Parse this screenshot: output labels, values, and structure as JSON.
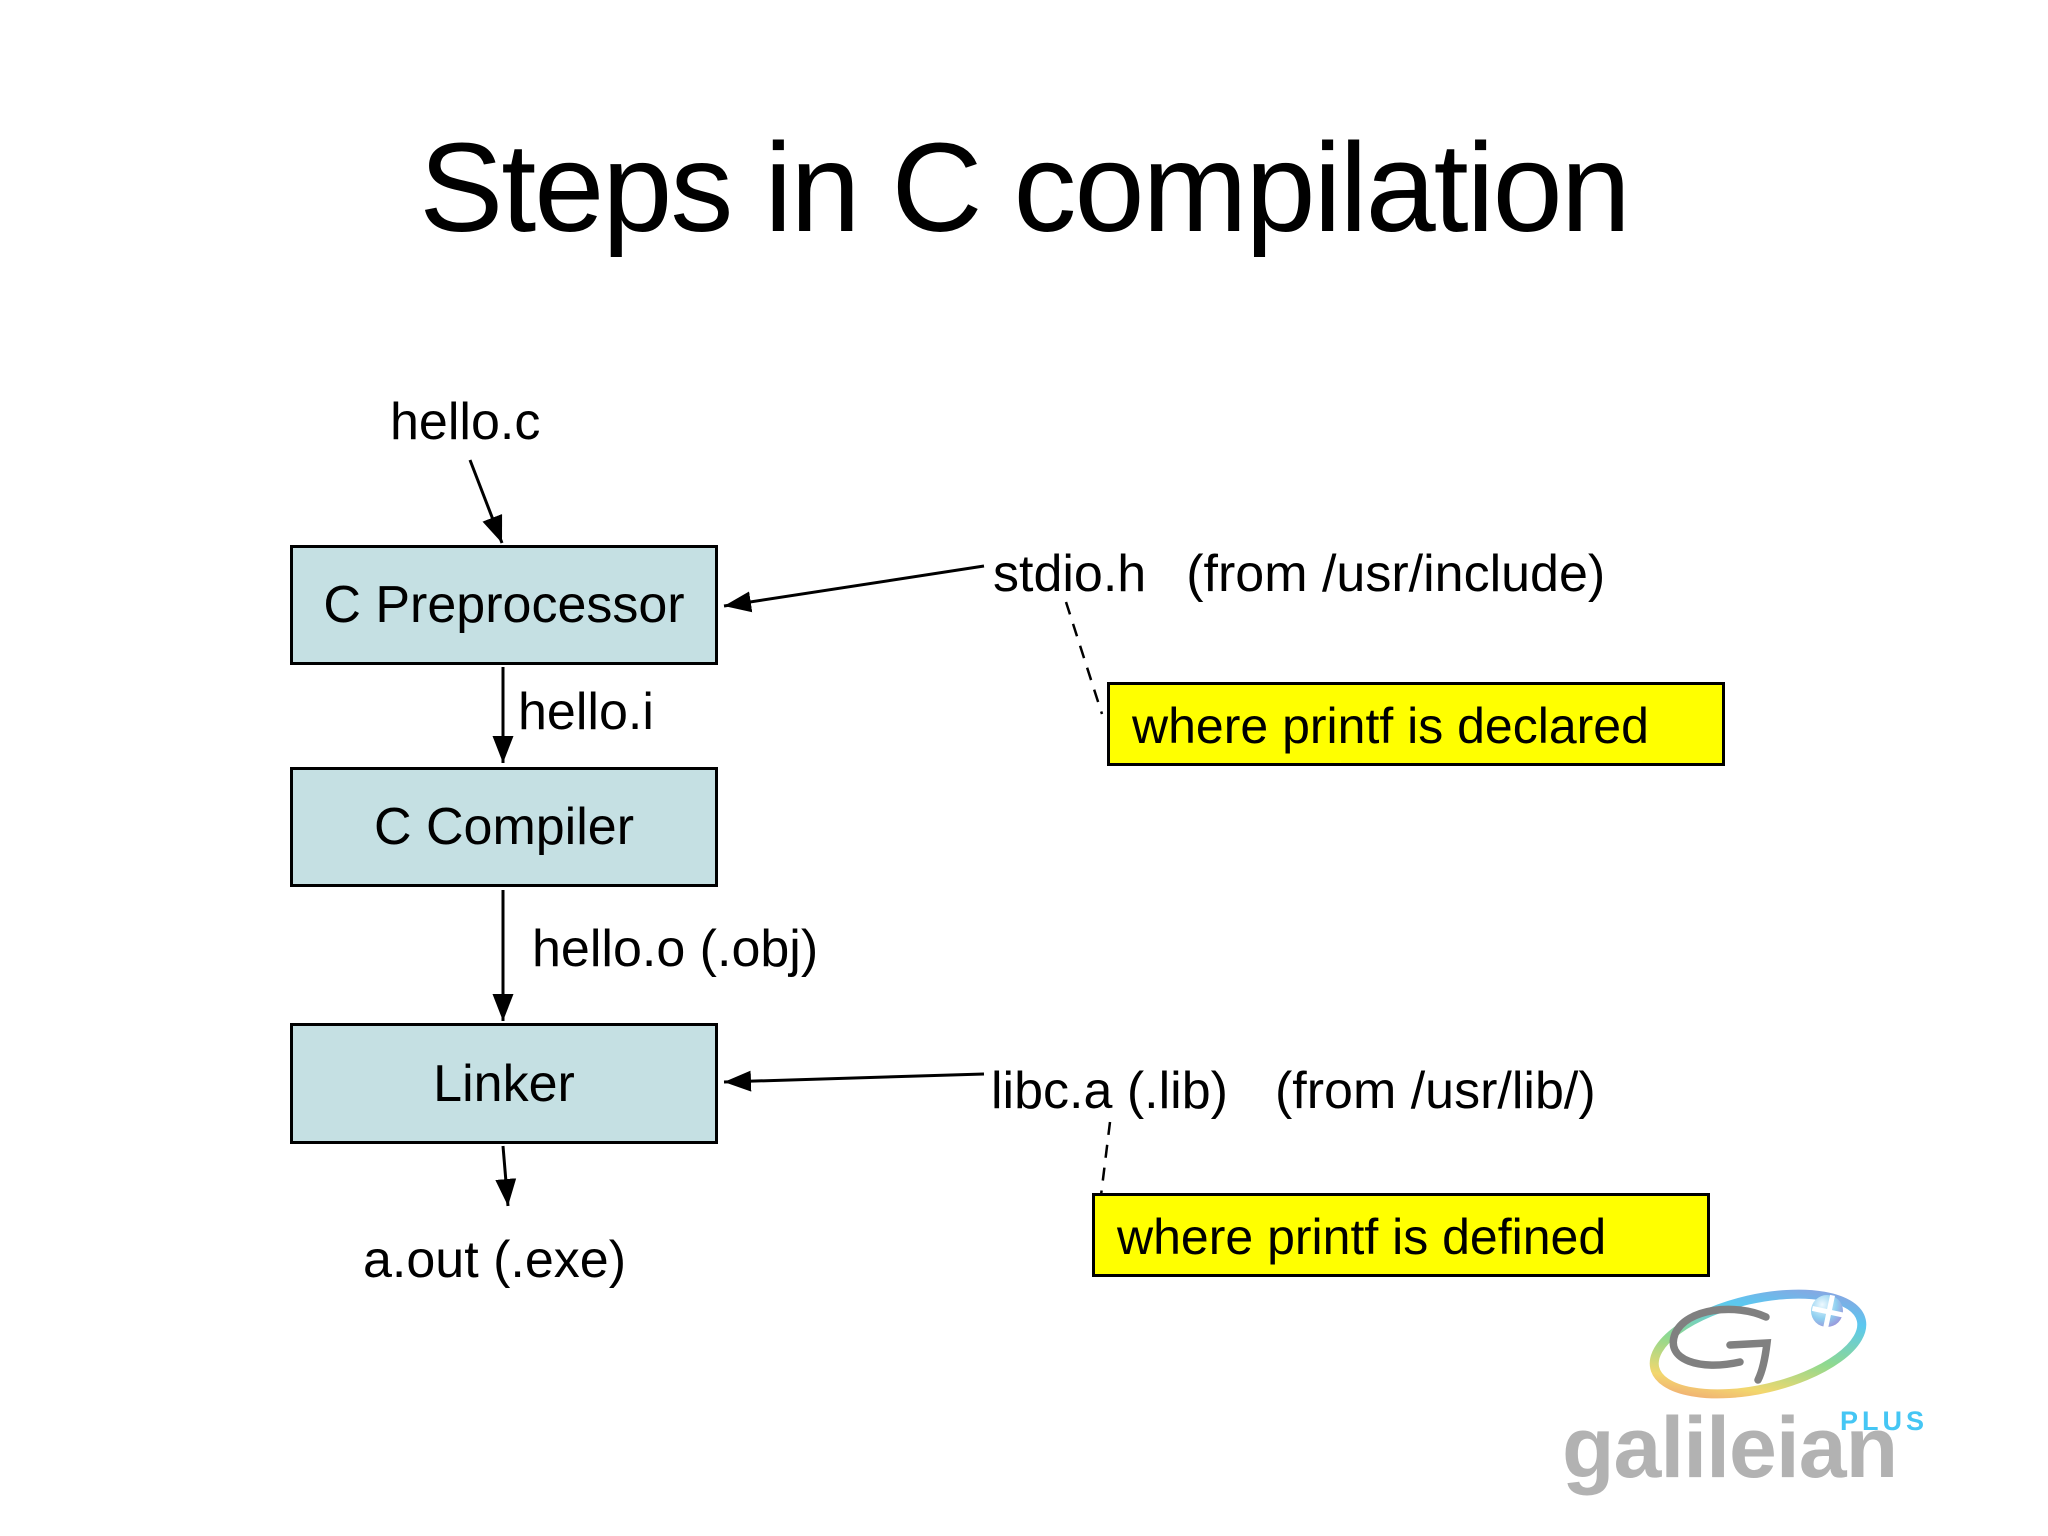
{
  "slide": {
    "title": "Steps in C compilation",
    "background_color": "#ffffff"
  },
  "flow": {
    "box_fill_color": "#c5e0e3",
    "input_label": "hello.c",
    "boxes": [
      {
        "label": "C Preprocessor"
      },
      {
        "label": "C Compiler"
      },
      {
        "label": "Linker"
      }
    ],
    "edge_labels": {
      "preprocessor_out": "hello.i",
      "compiler_out": "hello.o (.obj)",
      "linker_out": "a.out (.exe)"
    }
  },
  "annotations": {
    "note_fill_color": "#ffff00",
    "stdio": {
      "file": "stdio.h",
      "source": "(from /usr/include)",
      "note": "where printf is declared"
    },
    "libc": {
      "file": "libc.a (.lib)",
      "source": "(from /usr/lib/)",
      "note": "where printf is defined"
    }
  },
  "logo": {
    "wordmark": "galileian",
    "plus": "PLUS",
    "wordmark_color": "#b2b2b2",
    "plus_color": "#45c6f4"
  }
}
